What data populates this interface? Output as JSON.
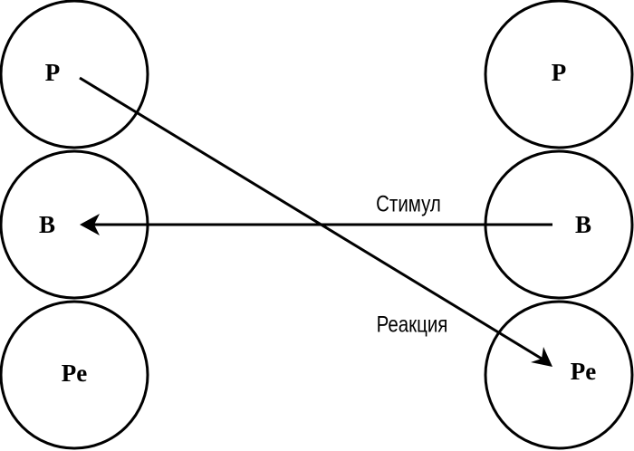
{
  "left_column": {
    "nodes": [
      {
        "label": "P"
      },
      {
        "label": "B"
      },
      {
        "label": "Pe"
      }
    ]
  },
  "right_column": {
    "nodes": [
      {
        "label": "P"
      },
      {
        "label": "B"
      },
      {
        "label": "Pe"
      }
    ]
  },
  "edges": {
    "stimulus": {
      "label": "Стимул"
    },
    "reaction": {
      "label": "Реакция"
    }
  },
  "colors": {
    "stroke": "#000000",
    "background": "#ffffff"
  }
}
